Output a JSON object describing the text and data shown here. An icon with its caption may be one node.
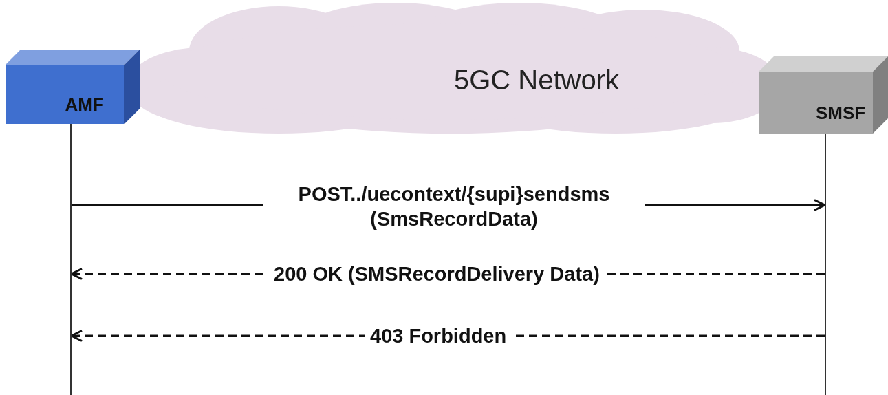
{
  "diagram": {
    "nodes": [
      {
        "text": [
          "5GC Network"
        ]
      },
      {
        "text": [
          "AMF"
        ]
      },
      {
        "text": [
          "SMSF"
        ]
      },
      {
        "text": [],
        "shape": "line"
      },
      {
        "text": [],
        "shape": "line"
      }
    ],
    "edges": [
      {
        "from": 3,
        "to": 4,
        "arrow": "to",
        "label": "POST../uecontext/{supi}sendsms (SmsRecordData)"
      },
      {
        "from": 4,
        "to": 3,
        "arrow": "to",
        "style": "dashed",
        "label": "200 OK (SMSRecordDelivery Data)"
      },
      {
        "from": 4,
        "to": 3,
        "arrow": "to",
        "style": "dashed",
        "label": "403 Forbidden"
      }
    ]
  }
}
